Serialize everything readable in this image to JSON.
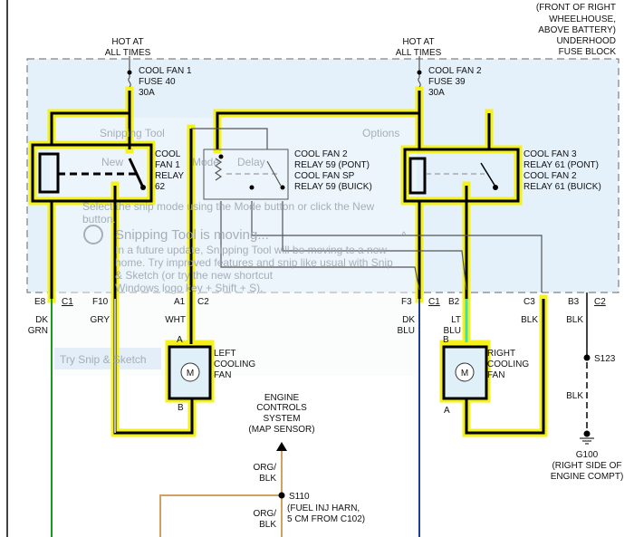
{
  "fuse_block": {
    "label": [
      "(FRONT OF RIGHT",
      "WHEELHOUSE,",
      "ABOVE BATTERY)",
      "UNDERHOOD",
      "FUSE BLOCK"
    ]
  },
  "hot_left": [
    "HOT AT",
    "ALL TIMES"
  ],
  "hot_right": [
    "HOT AT",
    "ALL TIMES"
  ],
  "fuse1": [
    "COOL FAN 1",
    "FUSE 40",
    "30A"
  ],
  "fuse2": [
    "COOL FAN 2",
    "FUSE 39",
    "30A"
  ],
  "relay62": [
    "COOL",
    "FAN 1",
    "RELAY",
    "62"
  ],
  "relay59": [
    "COOL FAN 2",
    "RELAY 59     (PONT)",
    "COOL FAN SP",
    "RELAY 59     (BUICK)"
  ],
  "relay61": [
    "COOL FAN 3",
    "RELAY 61     (PONT)",
    "COOL FAN 2",
    "RELAY 61     (BUICK)"
  ],
  "connectors": [
    "E8",
    "C1",
    "F10",
    "A1",
    "C2",
    "F3",
    "C1",
    "B2",
    "C3",
    "B3",
    "C2"
  ],
  "wire_colors": {
    "e8": [
      "DK",
      "GRN"
    ],
    "f10": "GRY",
    "a1": "WHT",
    "f3": [
      "DK",
      "BLU"
    ],
    "b2": [
      "LT",
      "BLU"
    ],
    "c3": "BLK",
    "b3": "BLK",
    "s123_blk": "BLK"
  },
  "left_fan": {
    "label": [
      "LEFT",
      "COOLING",
      "FAN"
    ],
    "pin_a": "A",
    "pin_b": "B",
    "motor": "M"
  },
  "right_fan": {
    "label": [
      "RIGHT",
      "COOLING",
      "FAN"
    ],
    "pin_a": "A",
    "pin_b": "B",
    "motor": "M"
  },
  "engine_controls": [
    "ENGINE",
    "CONTROLS",
    "SYSTEM",
    "(MAP SENSOR)"
  ],
  "org_blk": [
    "ORG/",
    "BLK"
  ],
  "org_blk2": [
    "ORG/",
    "BLK"
  ],
  "s110": [
    "S110",
    "(FUEL INJ HARN,",
    "5 CM FROM C102)"
  ],
  "s123": "S123",
  "g100": [
    "G100",
    "(RIGHT SIDE OF",
    "ENGINE COMPT)"
  ],
  "colors": {
    "highlight": "#f4f21a",
    "fuse_block_fill": "#e4f1fb",
    "dk_grn": "#1a9a1a",
    "lt_blu": "#3fe0b0",
    "dk_blu": "#1e3c9a",
    "org_blk": "#d2a060"
  },
  "snipping_tool": {
    "title": "Snipping Tool",
    "new": "New",
    "mode": "Mode",
    "delay": "Delay",
    "options": "Options",
    "hint": [
      "Select the snip mode using the Mode button or click the New",
      "button."
    ],
    "notice_title": "Snipping Tool is moving...",
    "notice_body": [
      "In a future update, Snipping Tool will be moving to a new",
      "home. Try improved features and snip like usual with Snip",
      "& Sketch (or try the new shortcut",
      "Windows logo key + Shift + S)."
    ],
    "try_button": "Try Snip & Sketch"
  }
}
